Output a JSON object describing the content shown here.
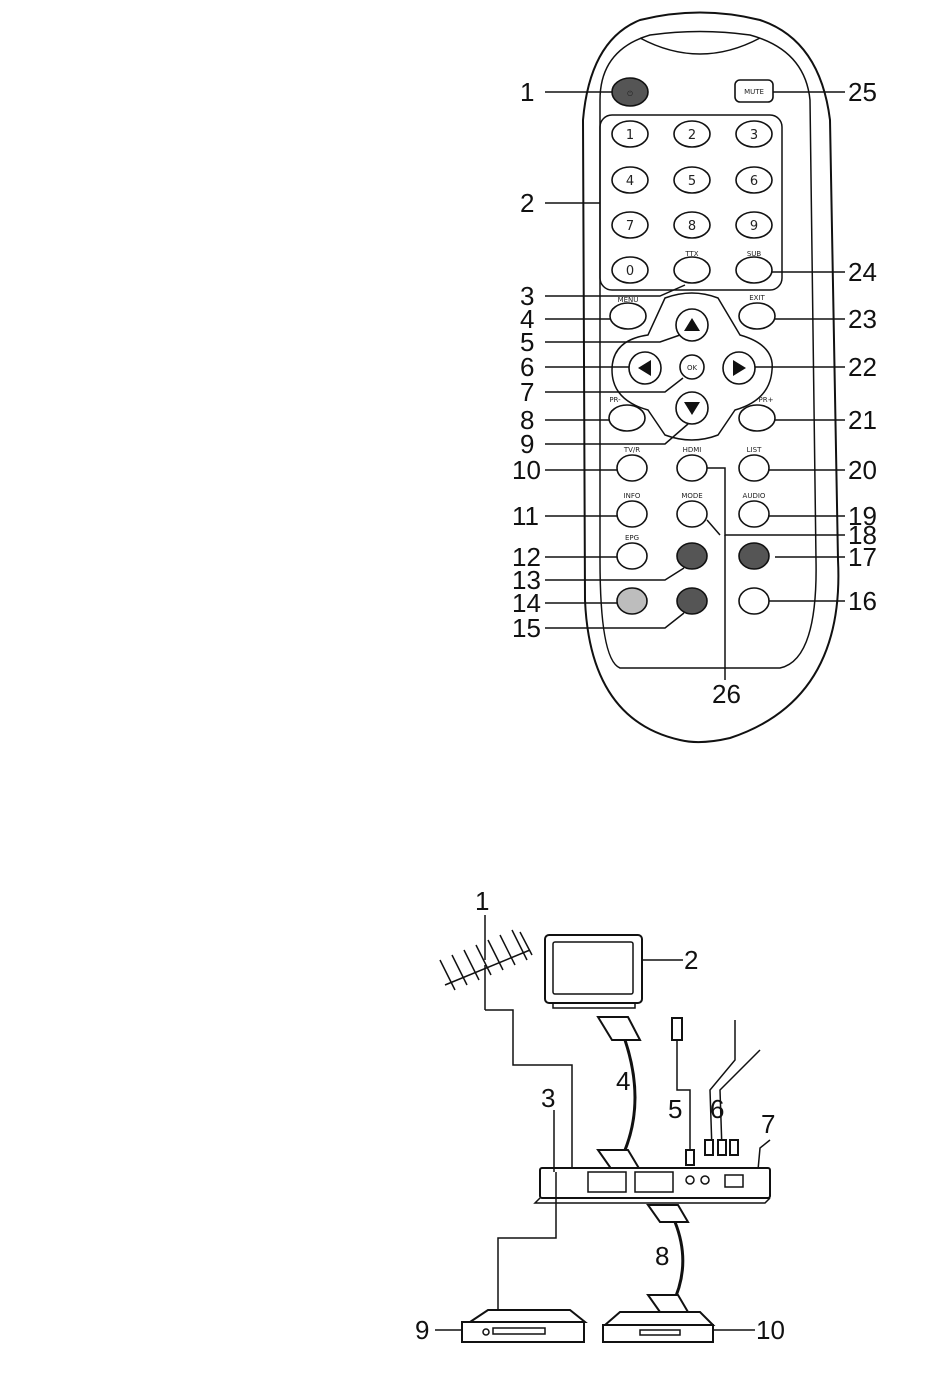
{
  "remote": {
    "button_labels": {
      "mute": "MUTE",
      "ttx": "TTX",
      "sub": "SUB",
      "menu": "MENU",
      "exit": "EXIT",
      "ok": "OK",
      "pr_minus": "PR-",
      "pr_plus": "PR+",
      "tvr": "TV/R",
      "hdmi": "HDMI",
      "list": "LIST",
      "info": "INFO",
      "mode": "MODE",
      "audio": "AUDIO",
      "epg": "EPG"
    },
    "digits": [
      "1",
      "2",
      "3",
      "4",
      "5",
      "6",
      "7",
      "8",
      "9",
      "0"
    ],
    "callouts": [
      "1",
      "2",
      "3",
      "4",
      "5",
      "6",
      "7",
      "8",
      "9",
      "10",
      "11",
      "12",
      "13",
      "14",
      "15",
      "16",
      "17",
      "18",
      "19",
      "20",
      "21",
      "22",
      "23",
      "24",
      "25",
      "26"
    ],
    "colors": {
      "red_button": "#555555",
      "green_button": "#555555",
      "yellow_button": "#bdbdbd",
      "blue_button": "#ffffff",
      "power_button": "#555555"
    }
  },
  "connection": {
    "callouts": [
      "1",
      "2",
      "3",
      "4",
      "5",
      "6",
      "7",
      "8",
      "9",
      "10"
    ]
  }
}
